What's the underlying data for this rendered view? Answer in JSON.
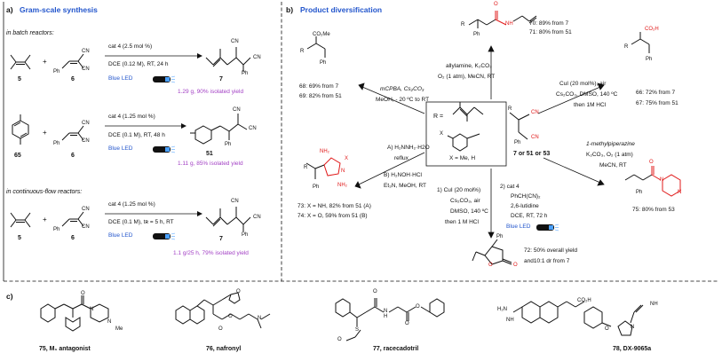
{
  "colors": {
    "blue": "#2255cc",
    "purple": "#a23fc4",
    "red": "#e01818",
    "line": "#111111"
  },
  "panel_a": {
    "label": "a)",
    "title": "Gram-scale synthesis",
    "batch_heading": "in batch reactors:",
    "flow_heading": "in continuous-flow reactors:",
    "rows": [
      {
        "reactant_a": "5",
        "reactant_b": "6",
        "plus": "+",
        "ph": "Ph",
        "cn1": "CN",
        "cn2": "CN",
        "cond1": "cat 4 (2.5 mol %)",
        "cond2": "DCE (0.12 M), RT, 24 h",
        "led": "Blue LED",
        "product": "7",
        "prod_ph": "Ph",
        "prod_cn1": "CN",
        "prod_cn2": "CN",
        "yield": "1.29 g, 90% isolated yield"
      },
      {
        "reactant_a": "65",
        "reactant_b": "6",
        "plus": "+",
        "ph": "Ph",
        "cn1": "CN",
        "cn2": "CN",
        "cond1": "cat 4 (1.25 mol %)",
        "cond2": "DCE (0.1 M), RT, 48 h",
        "led": "Blue LED",
        "product": "51",
        "prod_ph": "Ph",
        "prod_cn1": "CN",
        "prod_cn2": "CN",
        "yield": "1.11 g, 85% isolated yield"
      },
      {
        "reactant_a": "5",
        "reactant_b": "6",
        "plus": "+",
        "ph": "Ph",
        "cn1": "CN",
        "cn2": "CN",
        "cond1": "cat 4 (1.25 mol %)",
        "cond2": "DCE (0.1 M), tʀ = 5 h, RT",
        "led": "Blue LED",
        "product": "7",
        "prod_ph": "Ph",
        "prod_cn1": "CN",
        "prod_cn2": "CN",
        "yield": "1.1 g/25 h, 79% isolated yield"
      }
    ]
  },
  "panel_b": {
    "label": "b)",
    "title": "Product  diversification",
    "center": {
      "r_eq": "R =",
      "x_label": "X",
      "x_def": "X = Me, H",
      "ph": "Ph",
      "cn1": "CN",
      "cn2": "CN",
      "r": "R",
      "compounds": "7 or 51 or 53"
    },
    "amide": {
      "r": "R",
      "ph": "Ph",
      "o": "O",
      "nh": "NH",
      "cond1": "allylamine, K₂CO₃",
      "cond2": "O₂ (1 atm), MeCN, RT",
      "y1": "70: 89% from 7",
      "y2": "71: 80% from 51"
    },
    "ester": {
      "r": "R",
      "ph": "Ph",
      "co2me": "CO₂Me",
      "cond1": "mCPBA, Cs₂CO₃",
      "cond2": "MeOH, - 20 ºC to RT",
      "y1": "68: 69% from 7",
      "y2": "69: 82% from 51"
    },
    "acid": {
      "r": "R",
      "ph": "Ph",
      "co2h": "CO₂H",
      "cond1": "CuI (20 mol%), air",
      "cond2": "Cs₂CO₃, DMSO, 140 ºC",
      "cond3": "then 1M HCl",
      "y1": "66: 72% from 7",
      "y2": "67: 75% from 51"
    },
    "hetero": {
      "r": "R",
      "ph": "Ph",
      "nh2a": "NH₂",
      "nh2b": "NH₂",
      "x": "X",
      "n": "N",
      "condA1": "A) H₂NNH₂·H2O",
      "condA2": "reflux",
      "condB1": "B) H₂NOH·HCl",
      "condB2": "Et₃N, MeOH, RT",
      "y1": "73: X = NH, 82% from 51 (A)",
      "y2": "74: X = O, 59% from 51 (B)"
    },
    "piperazine": {
      "ph": "Ph",
      "o": "O",
      "n1": "N",
      "n2": "N",
      "cond1": "1-methylpiperazine",
      "cond2": "K₂CO₃, O₂ (1 atm)",
      "cond3": "MeCN, RT",
      "y1": "75: 80% from 53"
    },
    "lactone": {
      "ph": "Ph",
      "o1": "O",
      "o2": "O",
      "cond1": "1) CuI (20 mol%)",
      "cond2": "Cs₂CO₃, air",
      "cond3": "DMSO, 140 ºC",
      "cond4": "then 1 M HCl",
      "cond5": "2)  cat 4",
      "cond6": "PhCH(CN)₂",
      "cond7": "2,6-lutidine",
      "cond8": "DCE, RT, 72 h",
      "led": "Blue LED",
      "y1": "72: 50% overall yield",
      "y2": "and10:1 dr from 7"
    }
  },
  "panel_c": {
    "label": "c)",
    "drugs": [
      {
        "name": "75, M₁ antagonist",
        "atoms": [
          "O",
          "N",
          "N",
          "Me"
        ]
      },
      {
        "name": "76, nafronyl",
        "atoms": [
          "O",
          "O",
          "O",
          "N"
        ]
      },
      {
        "name": "77, racecadotril",
        "atoms": [
          "O",
          "O",
          "N",
          "H",
          "O",
          "S",
          "O"
        ]
      },
      {
        "name": "78, DX-9065a",
        "atoms": [
          "H₂N",
          "NH",
          "CO₂H",
          "O",
          "N",
          "NH"
        ]
      }
    ]
  }
}
